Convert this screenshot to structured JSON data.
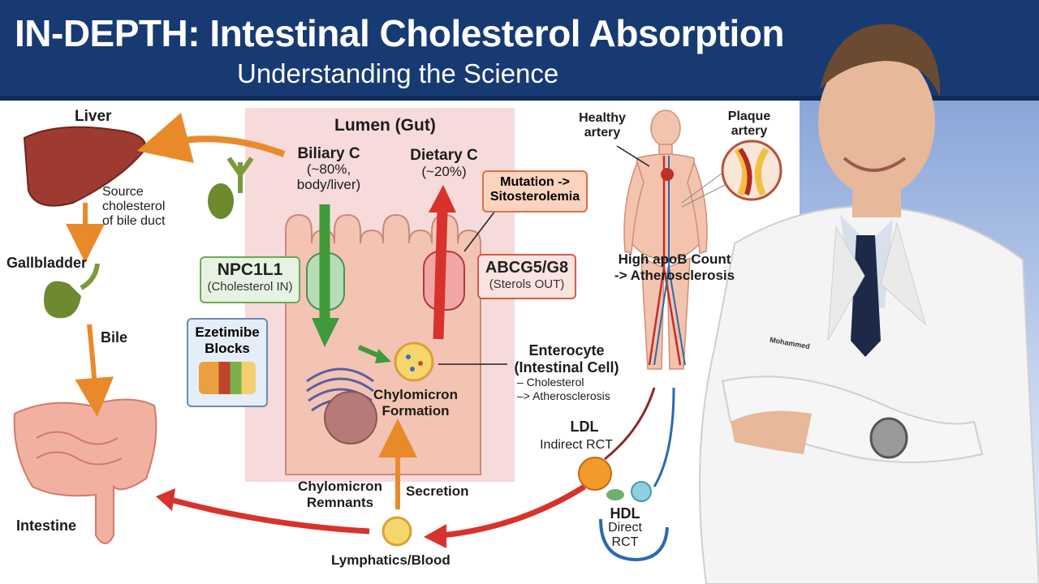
{
  "header": {
    "title": "IN-DEPTH: Intestinal Cholesterol Absorption",
    "subtitle": "Understanding the Science"
  },
  "left": {
    "liver": "Liver",
    "source_line1": "Source",
    "source_line2": "cholesterol",
    "source_line3": "of bile duct",
    "gallbladder": "Gallbladder",
    "bile": "Bile",
    "intestine": "Intestine"
  },
  "lumen": {
    "title": "Lumen (Gut)",
    "biliary_title": "Biliary C",
    "biliary_line1": "(~80%,",
    "biliary_line2": "body/liver)",
    "dietary_title": "Dietary C",
    "dietary_pct": "(~20%)"
  },
  "transporters": {
    "npc_name": "NPC1L1",
    "npc_desc": "(Cholesterol IN)",
    "abc_name": "ABCG5/G8",
    "abc_desc": "(Sterols OUT)",
    "mutation_line1": "Mutation ->",
    "mutation_line2": "Sitosterolemia",
    "ezetimibe_line1": "Ezetimibe",
    "ezetimibe_line2": "Blocks"
  },
  "enterocyte": {
    "title_line1": "Enterocyte",
    "title_line2": "(Intestinal Cell)",
    "bullet1": "– Cholesterol",
    "bullet2": "–> Atherosclerosis",
    "chylo_line1": "Chylomicron",
    "chylo_line2": "Formation"
  },
  "bottom": {
    "remnants_line1": "Chylomicron",
    "remnants_line2": "Remnants",
    "secretion": "Secretion",
    "lymph": "Lymphatics/Blood",
    "ldl": "LDL",
    "ldl_desc": "Indirect RCT",
    "hdl": "HDL",
    "hdl_line1": "Direct",
    "hdl_line2": "RCT"
  },
  "body_panel": {
    "healthy_line1": "Healthy",
    "healthy_line2": "artery",
    "plaque_line1": "Plaque",
    "plaque_line2": "artery",
    "apob_line1": "High apoB Count",
    "apob_line2": "-> Atherosclerosis"
  },
  "presenter": {
    "badge": "Mohammed"
  },
  "colors": {
    "banner": "#173a72",
    "lumen_bg": "#f7d6d6",
    "npc_green": "#3f9a3a",
    "abc_red": "#d8322c",
    "bile_orange": "#e98a2a"
  }
}
